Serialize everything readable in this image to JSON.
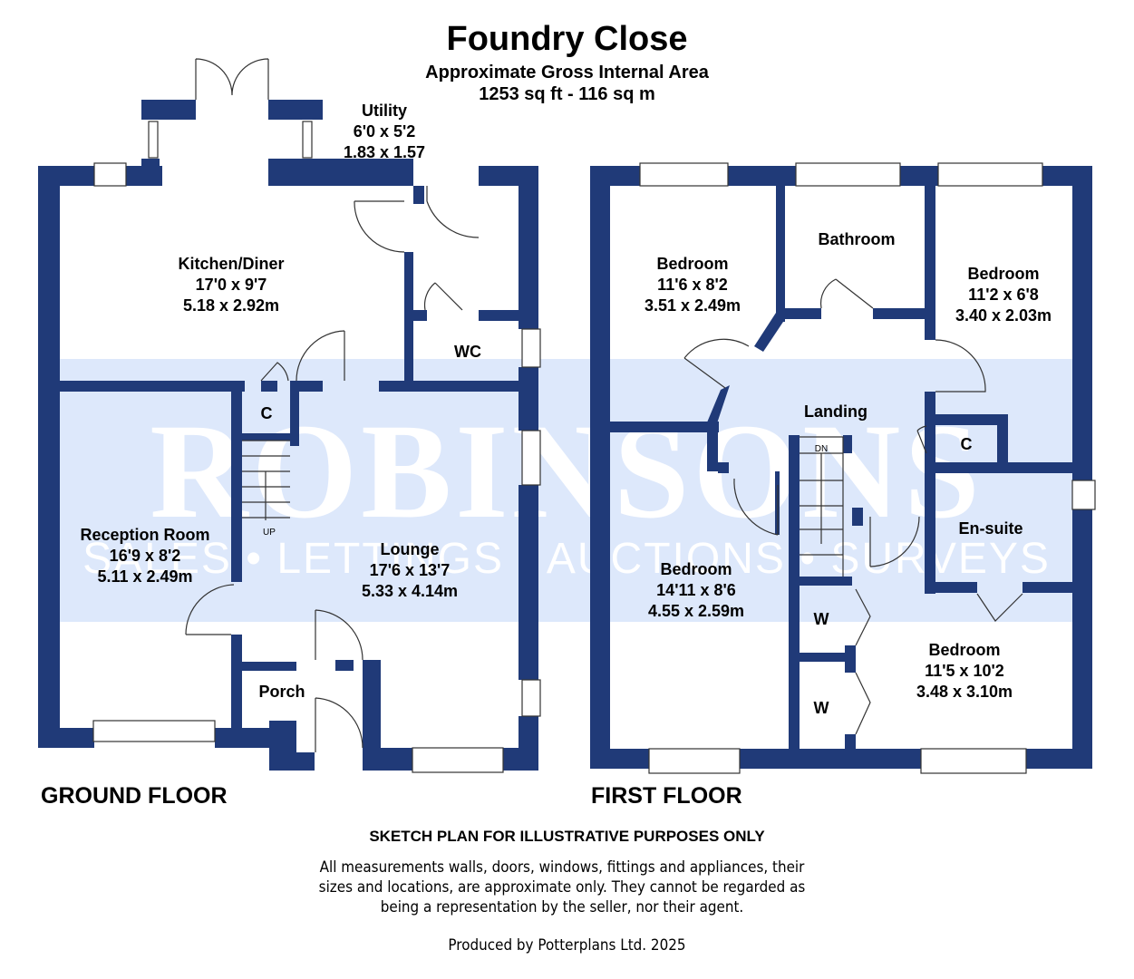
{
  "header": {
    "title": "Foundry Close",
    "subtitle": "Approximate Gross Internal Area",
    "area": "1253 sq ft - 116 sq m"
  },
  "colors": {
    "wall": "#203a78",
    "watermark_band": "#dde8fb",
    "watermark_text": "#ffffff",
    "watermark_dot": "#f5e6a8"
  },
  "watermark": {
    "brand": "ROBINSONS",
    "tagline": "SALES • LETTINGS • AUCTIONS • SURVEYS"
  },
  "ground_floor": {
    "label": "GROUND FLOOR",
    "rooms": [
      {
        "name": "Kitchen/Diner",
        "imperial": "17'0 x 9'7",
        "metric": "5.18 x 2.92m"
      },
      {
        "name": "Utility",
        "imperial": "6'0 x 5'2",
        "metric": "1.83 x 1.57"
      },
      {
        "name": "WC"
      },
      {
        "name": "C"
      },
      {
        "name": "Reception Room",
        "imperial": "16'9 x 8'2",
        "metric": "5.11 x 2.49m"
      },
      {
        "name": "Lounge",
        "imperial": "17'6 x 13'7",
        "metric": "5.33 x 4.14m"
      },
      {
        "name": "Porch"
      }
    ],
    "stairs_label": "UP"
  },
  "first_floor": {
    "label": "FIRST FLOOR",
    "rooms": [
      {
        "name": "Bedroom",
        "imperial": "11'6 x 8'2",
        "metric": "3.51 x 2.49m"
      },
      {
        "name": "Bathroom"
      },
      {
        "name": "Bedroom",
        "imperial": "11'2 x 6'8",
        "metric": "3.40 x 2.03m"
      },
      {
        "name": "Landing"
      },
      {
        "name": "C"
      },
      {
        "name": "En-suite"
      },
      {
        "name": "Bedroom",
        "imperial": "14'11 x 8'6",
        "metric": "4.55 x 2.59m"
      },
      {
        "name": "W"
      },
      {
        "name": "W"
      },
      {
        "name": "Bedroom",
        "imperial": "11'5 x 10'2",
        "metric": "3.48 x 3.10m"
      }
    ],
    "stairs_label": "DN"
  },
  "footer": {
    "heading": "SKETCH PLAN FOR ILLUSTRATIVE PURPOSES ONLY",
    "disclaimer_lines": [
      "All measurements walls, doors, windows, fittings and appliances, their",
      "sizes and locations, are approximate only. They cannot be regarded as",
      "being a representation by the seller, nor their agent."
    ],
    "credit": "Produced by Potterplans Ltd. 2025"
  }
}
